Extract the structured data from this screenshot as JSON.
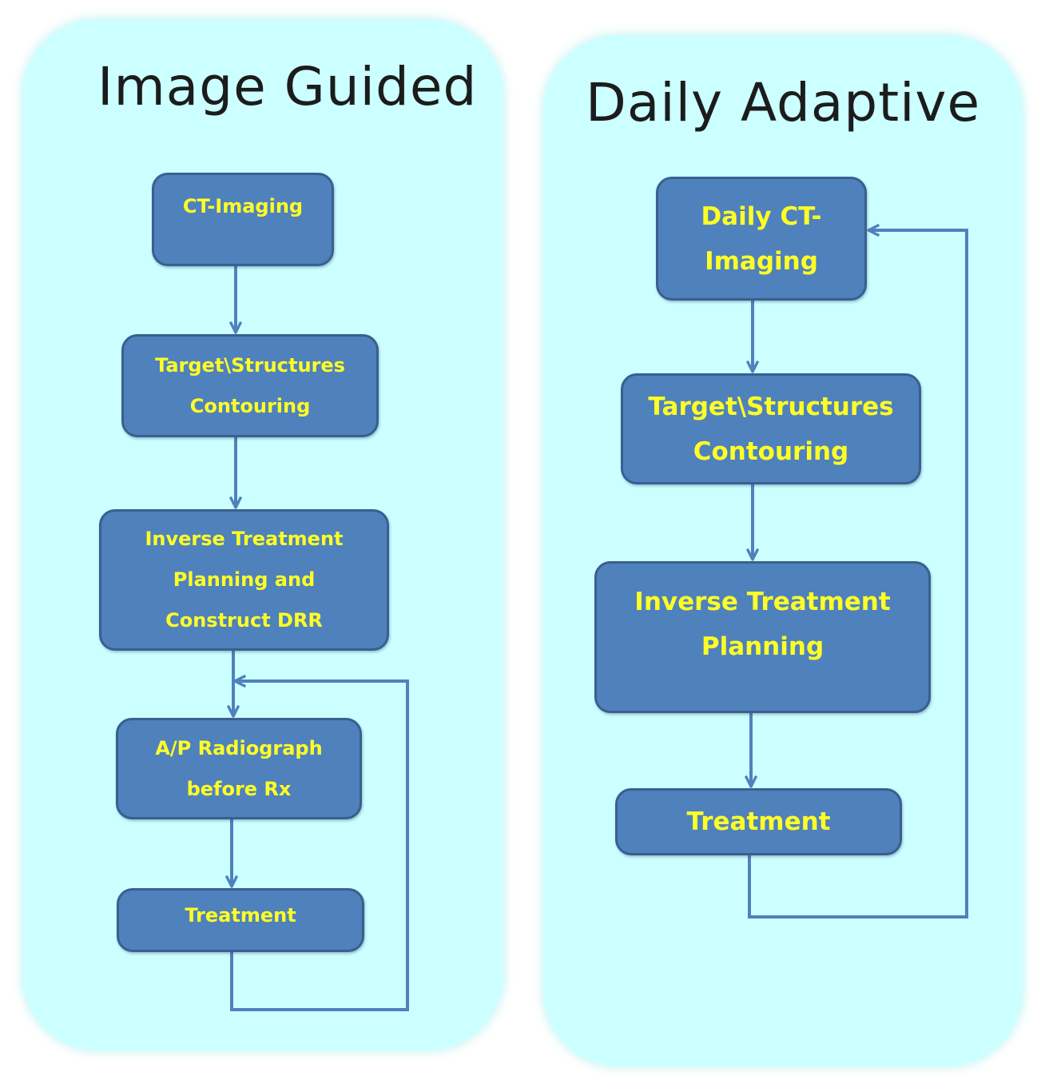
{
  "panels": {
    "image_guided": {
      "title": "Image Guided",
      "steps": [
        {
          "lines": [
            "CT-Imaging"
          ]
        },
        {
          "lines": [
            "Target\\Structures",
            "Contouring"
          ]
        },
        {
          "lines": [
            "Inverse  Treatment",
            "Planning  and",
            "Construct  DRR"
          ]
        },
        {
          "lines": [
            "A/P  Radiograph",
            "before  Rx"
          ]
        },
        {
          "lines": [
            "Treatment"
          ]
        }
      ]
    },
    "daily_adaptive": {
      "title": "Daily Adaptive",
      "steps": [
        {
          "lines": [
            "Daily  CT-",
            "Imaging"
          ]
        },
        {
          "lines": [
            "Target\\Structures",
            "Contouring"
          ]
        },
        {
          "lines": [
            "Inverse Treatment",
            "Planning"
          ]
        },
        {
          "lines": [
            "Treatment"
          ]
        }
      ]
    }
  },
  "colors": {
    "panel_background": "#ccffff",
    "box_fill": "#4f81bd",
    "box_text": "#ffff26",
    "arrow": "#4f81bd"
  }
}
